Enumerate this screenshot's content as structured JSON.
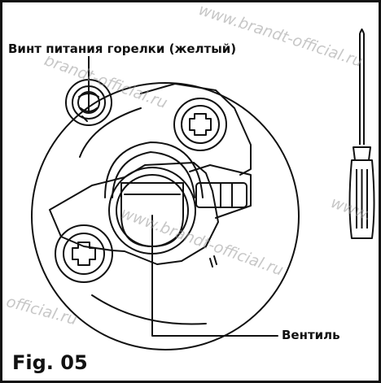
{
  "labels": {
    "burner_screw": "Винт питания горелки (желтый)",
    "valve": "Вентиль",
    "figure": "Fig. 05"
  },
  "watermarks": [
    "www.brandt-official.ru",
    "brandt-official.ru",
    "www.brandt-official.ru",
    "www.",
    "official.ru"
  ],
  "colors": {
    "ink": "#111111",
    "watermark": "#9a9a9a"
  },
  "icons": [
    "screwdriver-icon",
    "phillips-screw-icon"
  ]
}
